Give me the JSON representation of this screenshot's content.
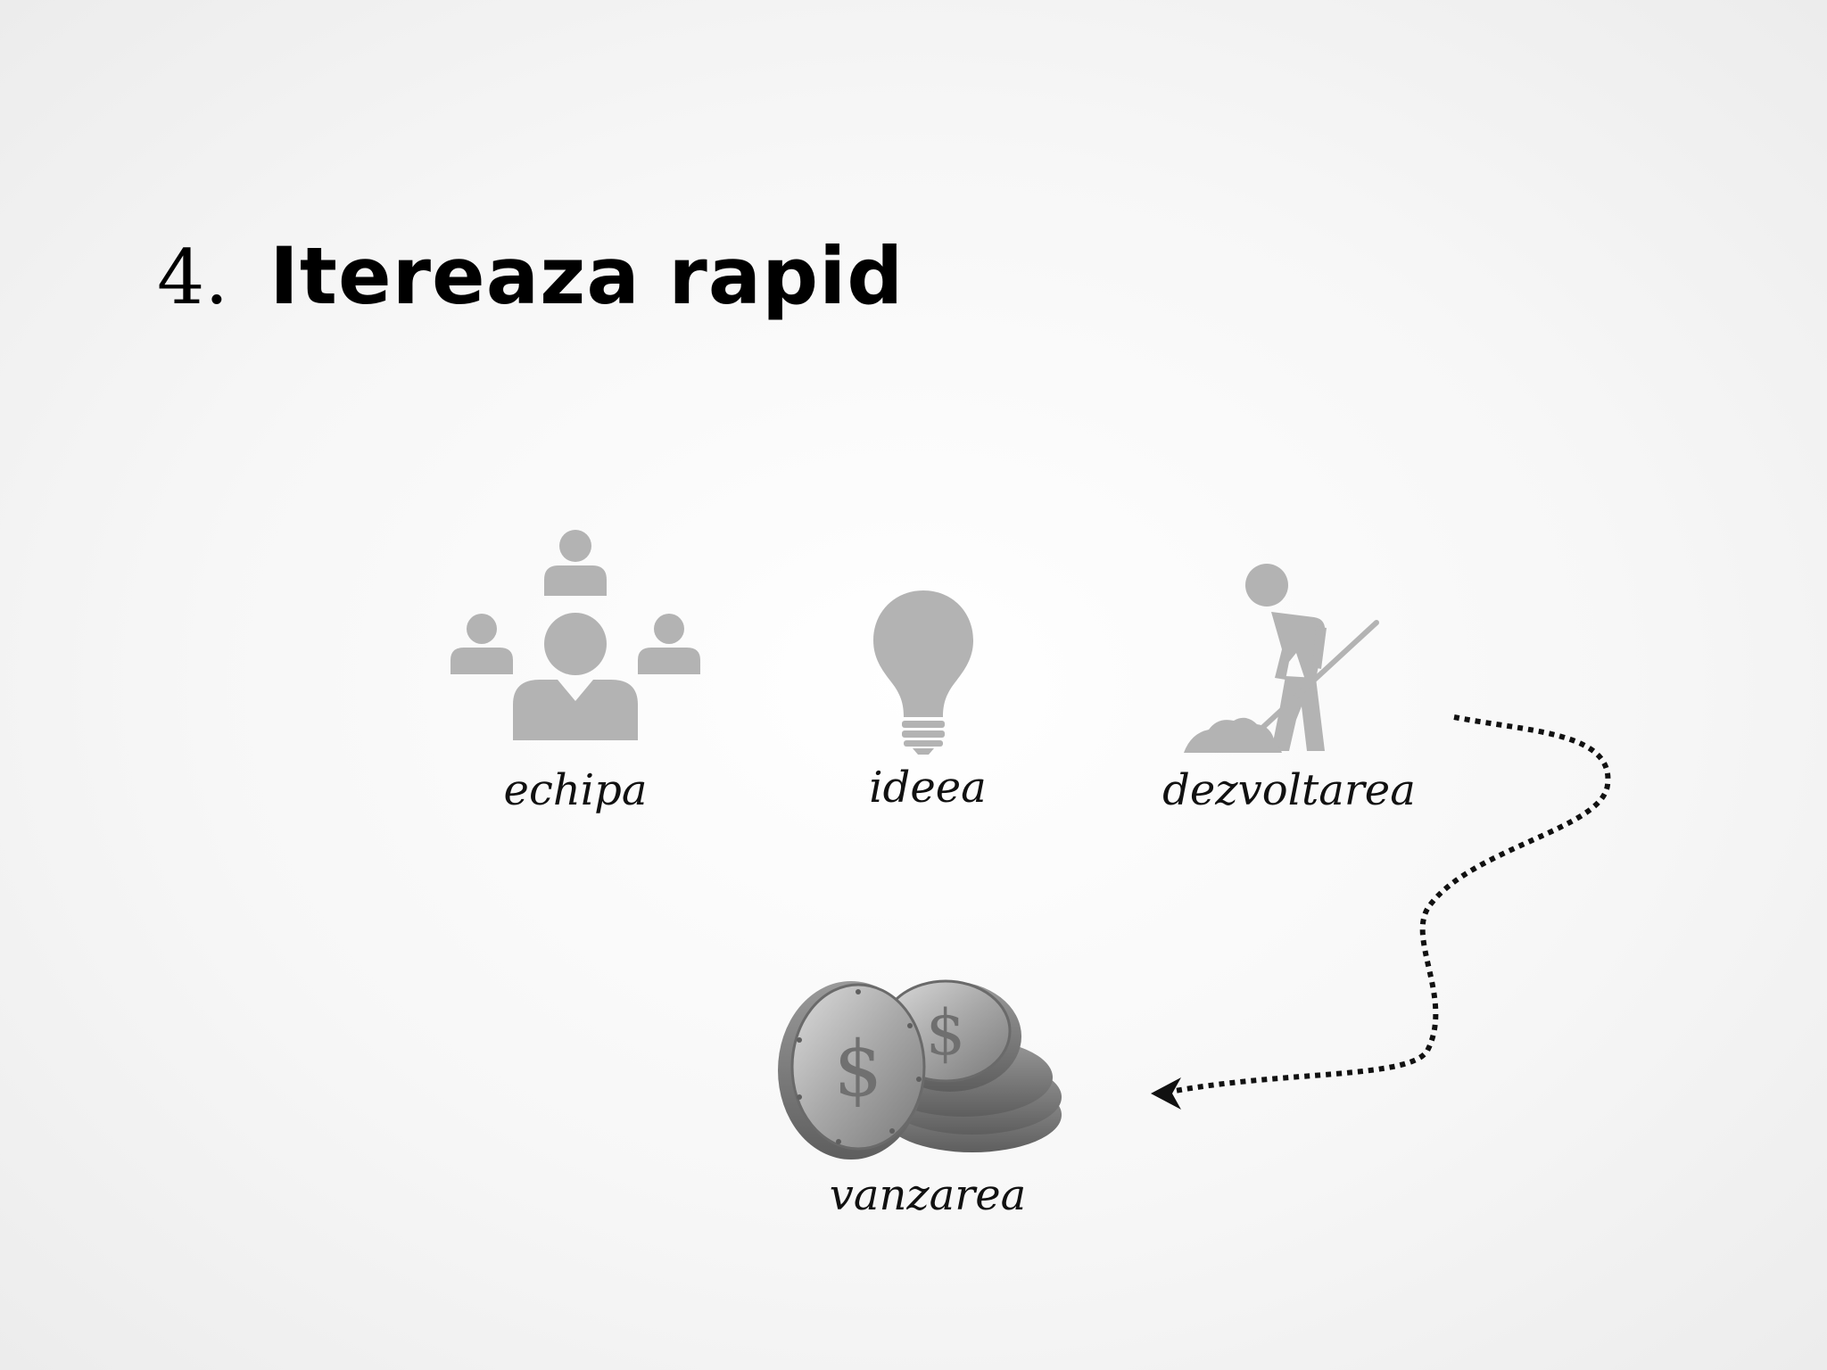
{
  "slide": {
    "number": "4.",
    "title": "Itereaza rapid"
  },
  "steps": [
    {
      "label": "echipa",
      "icon": "team-icon"
    },
    {
      "label": "ideea",
      "icon": "lightbulb-icon"
    },
    {
      "label": "dezvoltarea",
      "icon": "worker-digging-icon"
    },
    {
      "label": "vanzarea",
      "icon": "coins-icon"
    }
  ],
  "colors": {
    "icon_gray": "#b3b3b3",
    "text": "#111111",
    "arrow": "#111111"
  }
}
